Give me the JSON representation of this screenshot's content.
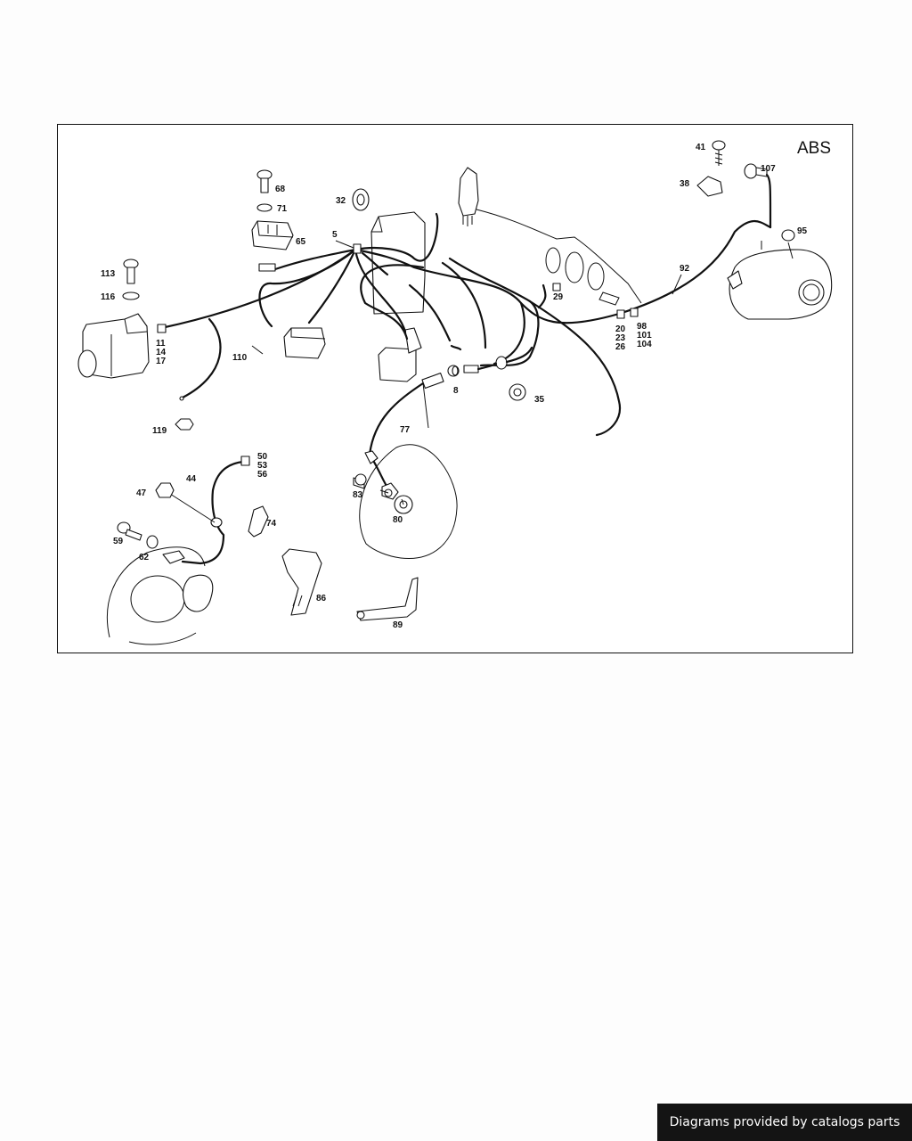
{
  "diagram": {
    "title": "ABS",
    "callouts": {
      "c5": "5",
      "c8": "8",
      "c29": "29",
      "c32": "32",
      "c35": "35",
      "c38": "38",
      "c41": "41",
      "c44": "44",
      "c47": "47",
      "c59": "59",
      "c62": "62",
      "c65": "65",
      "c68": "68",
      "c71": "71",
      "c74": "74",
      "c77": "77",
      "c80": "80",
      "c83": "83",
      "c86": "86",
      "c89": "89",
      "c92": "92",
      "c95": "95",
      "c107": "107",
      "c110": "110",
      "c113": "113",
      "c116": "116",
      "c119": "119",
      "g1_a": "11",
      "g1_b": "14",
      "g1_c": "17",
      "g2_a": "50",
      "g2_b": "53",
      "g2_c": "56",
      "g3_a": "20",
      "g3_b": "23",
      "g3_c": "26",
      "g4_a": "98",
      "g4_b": "101",
      "g4_c": "104"
    }
  },
  "footer": {
    "text": "Diagrams provided by catalogs parts"
  }
}
